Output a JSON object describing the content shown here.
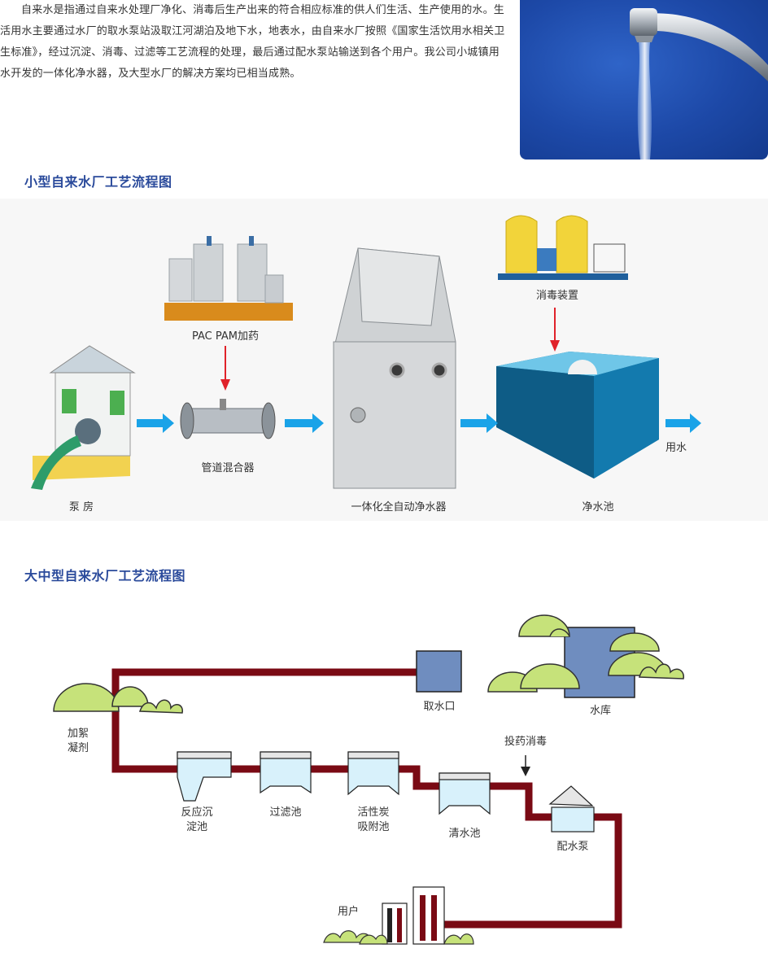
{
  "intro_text": "自来水是指通过自来水处理厂净化、消毒后生产出来的符合相应标准的供人们生活、生产使用的水。生活用水主要通过水厂的取水泵站汲取江河湖泊及地下水，地表水，由自来水厂按照《国家生活饮用水相关卫生标准》，经过沉淀、消毒、过滤等工艺流程的处理，最后通过配水泵站输送到各个用户。我公司小城镇用水开发的一体化净水器，及大型水厂的解决方案均已相当成熟。",
  "small_plant": {
    "title": "小型自来水厂工艺流程图",
    "labels": {
      "pump_house": "泵 房",
      "dosing": "PAC PAM加药",
      "pipe_mixer": "管道混合器",
      "purifier": "一体化全自动净水器",
      "disinfection": "消毒装置",
      "clear_pool": "净水池",
      "water_use": "用水"
    }
  },
  "large_plant": {
    "title": "大中型自来水厂工艺流程图",
    "labels": {
      "intake": "取水口",
      "reservoir": "水库",
      "coagulant": "加絮\n凝剂",
      "reaction_tank": "反应沉\n淀池",
      "filter_tank": "过滤池",
      "carbon_tank": "活性炭\n吸附池",
      "clear_tank": "清水池",
      "disinfect": "投药消毒",
      "dist_pump": "配水泵",
      "users": "用户"
    }
  },
  "colors": {
    "title_blue": "#2a4a9b",
    "pipe_red": "#7a0a14",
    "arrow_blue": "#1aa3e8",
    "arrow_red": "#e0222a",
    "bush_green": "#c6e27a",
    "reservoir_blue": "#6f8dbf"
  }
}
